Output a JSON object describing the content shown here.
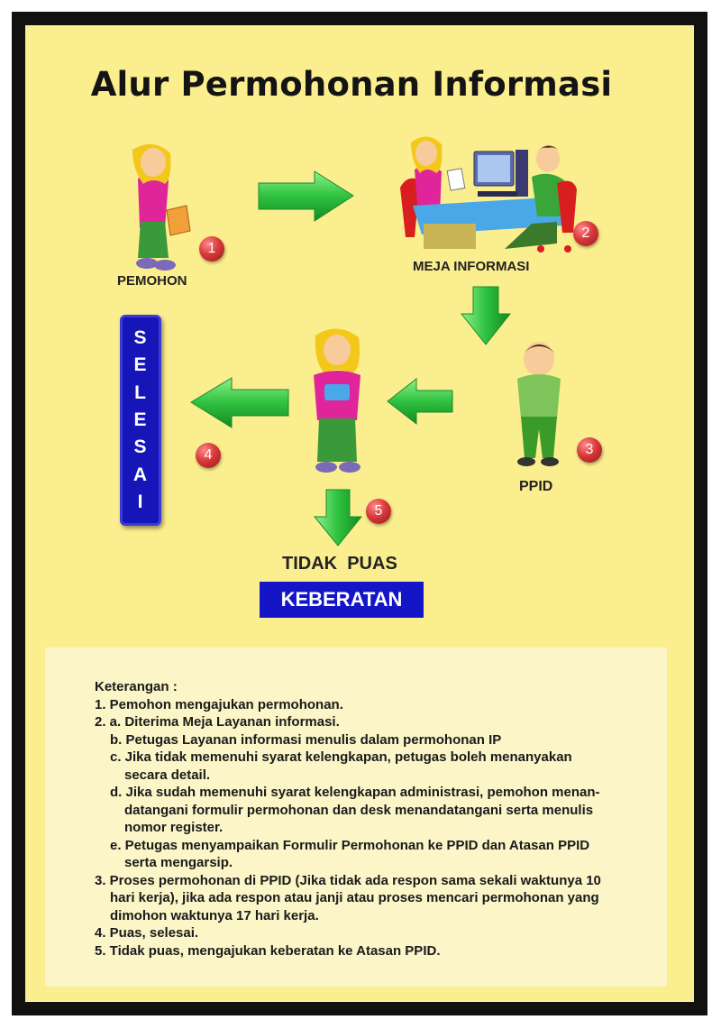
{
  "title": "Alur Permohonan Informasi",
  "labels": {
    "pemohon": "PEMOHON",
    "meja_informasi": "MEJA INFORMASI",
    "ppid": "PPID",
    "tidak_puas": "TIDAK  PUAS"
  },
  "badges": [
    "1",
    "2",
    "3",
    "4",
    "5"
  ],
  "selesai": [
    "S",
    "E",
    "L",
    "E",
    "S",
    "A",
    "I"
  ],
  "keberatan": "KEBERATAN",
  "notes": {
    "heading": "Keterangan :",
    "lines": [
      "1. Pemohon mengajukan permohonan.",
      "2. a. Diterima Meja Layanan informasi.",
      "b. Petugas Layanan informasi menulis dalam permohonan IP",
      "c. Jika tidak memenuhi syarat kelengkapan, petugas boleh menanyakan",
      "secara detail.",
      "d. Jika sudah memenuhi syarat kelengkapan administrasi, pemohon menan-",
      "datangani formulir permohonan dan desk menandatangani serta menulis",
      "nomor register.",
      "e. Petugas menyampaikan Formulir Permohonan ke PPID dan Atasan PPID",
      "serta mengarsip.",
      "3. Proses permohonan di PPID (Jika tidak ada respon sama sekali waktunya 10",
      "hari kerja), jika ada respon atau janji atau proses mencari permohonan yang",
      "dimohon waktunya 17 hari kerja.",
      "4. Puas, selesai.",
      "5. Tidak puas, mengajukan keberatan ke Atasan PPID."
    ]
  },
  "colors": {
    "poster_bg": "#fbee8e",
    "notes_bg": "#fbf5c8",
    "arrow": "#2fc23f",
    "blue_box": "#1515c8",
    "badge": "#d83a3a"
  }
}
